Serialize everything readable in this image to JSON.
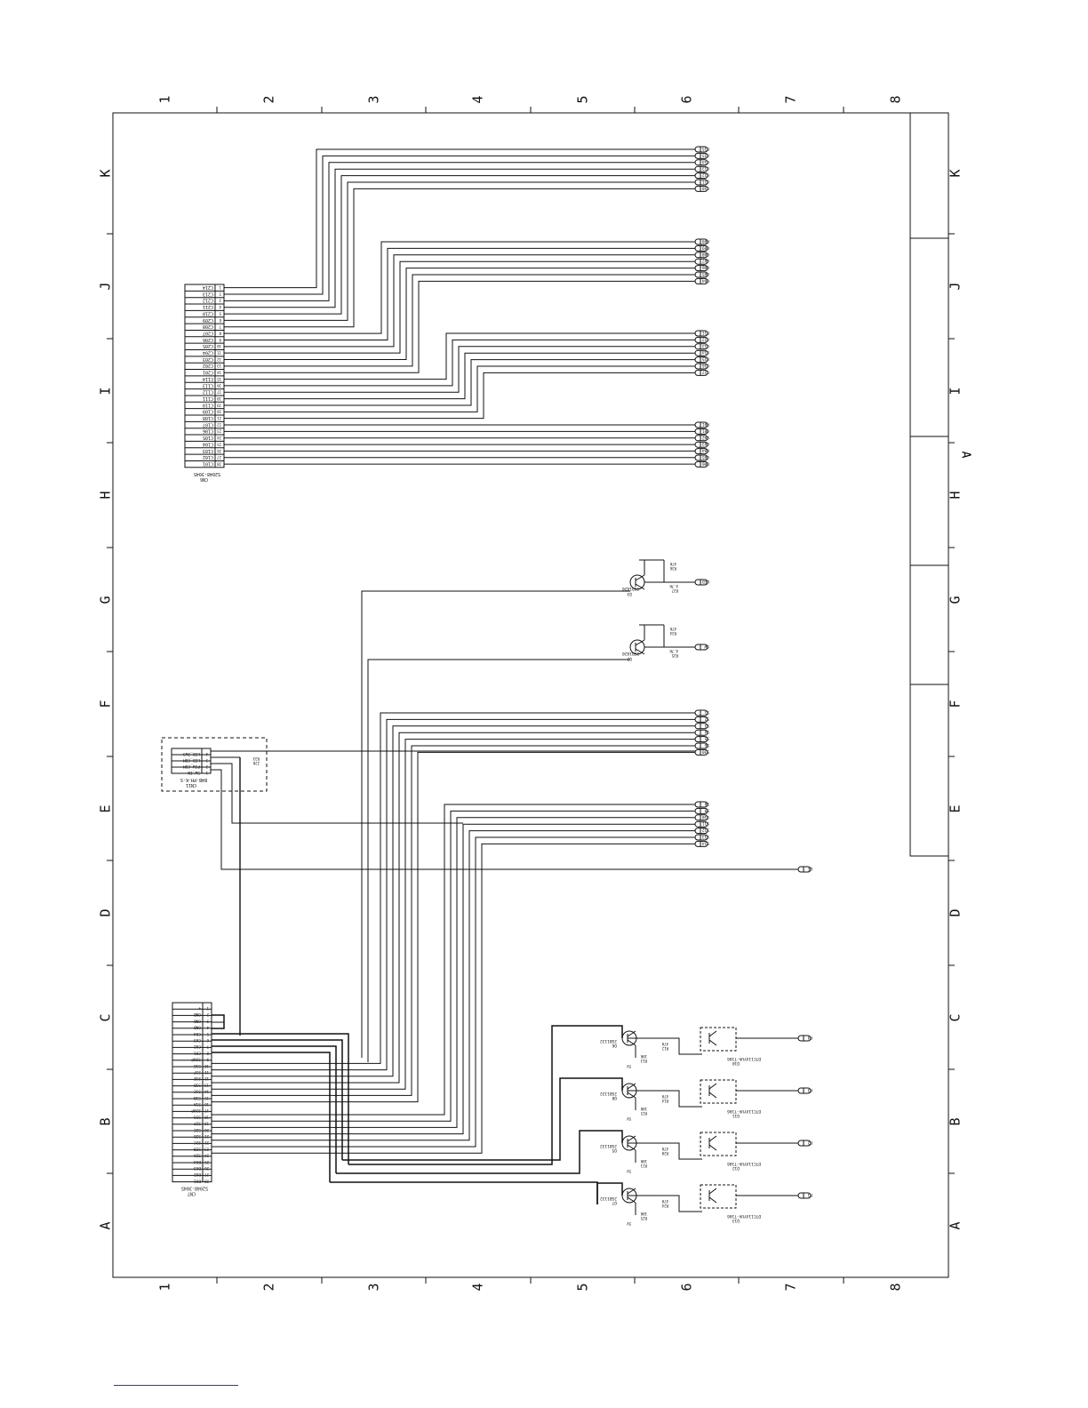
{
  "sheet": {
    "columns_top": [
      "1",
      "2",
      "3",
      "4",
      "5",
      "6",
      "7",
      "8"
    ],
    "rows_left": [
      "K",
      "J",
      "I",
      "H",
      "G",
      "F",
      "E",
      "D",
      "C",
      "B",
      "A"
    ],
    "side_mark": "A"
  },
  "cn6": {
    "ref": "CN6",
    "part": "52048-3045",
    "pins": [
      {
        "n": "1",
        "s": "C214"
      },
      {
        "n": "2",
        "s": "C213"
      },
      {
        "n": "3",
        "s": "C212"
      },
      {
        "n": "4",
        "s": "C211"
      },
      {
        "n": "5",
        "s": "C210"
      },
      {
        "n": "6",
        "s": "C209"
      },
      {
        "n": "7",
        "s": "C208"
      },
      {
        "n": "8",
        "s": "C207"
      },
      {
        "n": "9",
        "s": "C206"
      },
      {
        "n": "10",
        "s": "C205"
      },
      {
        "n": "11",
        "s": "C204"
      },
      {
        "n": "12",
        "s": "C203"
      },
      {
        "n": "13",
        "s": "C202"
      },
      {
        "n": "14",
        "s": "C201"
      },
      {
        "n": "15",
        "s": "C114"
      },
      {
        "n": "16",
        "s": "C113"
      },
      {
        "n": "17",
        "s": "C112"
      },
      {
        "n": "18",
        "s": "C111"
      },
      {
        "n": "19",
        "s": "C110"
      },
      {
        "n": "20",
        "s": "C109"
      },
      {
        "n": "21",
        "s": "C108"
      },
      {
        "n": "22",
        "s": "C107"
      },
      {
        "n": "23",
        "s": "C106"
      },
      {
        "n": "24",
        "s": "C105"
      },
      {
        "n": "25",
        "s": "C104"
      },
      {
        "n": "26",
        "s": "C103"
      },
      {
        "n": "27",
        "s": "C102"
      },
      {
        "n": "28",
        "s": "C101"
      }
    ]
  },
  "cn11": {
    "ref": "CN11",
    "part": "B4B-PH-K-S",
    "pins": [
      {
        "n": "4",
        "s": "LED_SW3"
      },
      {
        "n": "3",
        "s": "LED_COM"
      },
      {
        "n": "2",
        "s": "PSW_COM"
      },
      {
        "n": "1",
        "s": "SW_IN"
      }
    ],
    "resistor": {
      "ref": "R33",
      "value": "22K"
    }
  },
  "cn7": {
    "ref": "CN7",
    "part": "52048-3045",
    "pins": [
      {
        "n": "1",
        "s": "+"
      },
      {
        "n": "2",
        "s": "GND"
      },
      {
        "n": "3",
        "s": "GND"
      },
      {
        "n": "4",
        "s": "GND"
      },
      {
        "n": "5",
        "s": "C04"
      },
      {
        "n": "6",
        "s": "C03"
      },
      {
        "n": "7",
        "s": "C02"
      },
      {
        "n": "8",
        "s": "C01"
      },
      {
        "n": "9",
        "s": "S30P"
      },
      {
        "n": "10",
        "s": "S1G"
      },
      {
        "n": "11",
        "s": "S1F"
      },
      {
        "n": "12",
        "s": "S1E"
      },
      {
        "n": "13",
        "s": "S1D"
      },
      {
        "n": "14",
        "s": "S1C"
      },
      {
        "n": "15",
        "s": "S1B"
      },
      {
        "n": "16",
        "s": "S1A"
      },
      {
        "n": "17",
        "s": "S20P"
      },
      {
        "n": "18",
        "s": "S2G"
      },
      {
        "n": "19",
        "s": "S2F"
      },
      {
        "n": "20",
        "s": "S2E"
      },
      {
        "n": "21",
        "s": "S2D"
      },
      {
        "n": "22",
        "s": "S2C"
      },
      {
        "n": "23",
        "s": "S2B"
      },
      {
        "n": "24",
        "s": "S2A"
      },
      {
        "n": "25",
        "s": "DG4"
      },
      {
        "n": "26",
        "s": "DG3"
      },
      {
        "n": "27",
        "s": "DG2"
      },
      {
        "n": "28",
        "s": "DG1"
      }
    ]
  },
  "connectors": {
    "k_group": [
      "P15",
      "G15",
      "G14",
      "G13",
      "G12",
      "G11",
      "G10"
    ],
    "j_group": [
      "P09",
      "G09",
      "G08",
      "G07",
      "G06",
      "G05",
      "G04"
    ],
    "i_group": [
      "P11",
      "G12",
      "G13",
      "G14",
      "G15",
      "G16",
      "G17"
    ],
    "h_group": [
      "P01",
      "G01",
      "G02",
      "G03",
      "G04",
      "G05",
      "G06"
    ],
    "f_group": [
      "S1",
      "S2",
      "S3",
      "S4",
      "S5",
      "S6",
      "S30"
    ],
    "e_group": [
      "S8",
      "S9",
      "S10",
      "S11",
      "S12",
      "S13",
      "S14"
    ],
    "d_single": "LE",
    "g_upper": "LED",
    "g_lower": "SW"
  },
  "transistors_g": [
    {
      "ref": "Q3",
      "part": "2SD1820",
      "rb": "R36",
      "rb_val": "47K",
      "rc": "R37",
      "rc_val": "4.7K"
    },
    {
      "ref": "Q2",
      "part": "2SD1820",
      "rb": "R34",
      "rb_val": "47K",
      "rc": "R35",
      "rc_val": "4.7K"
    }
  ],
  "drivers": [
    {
      "ref": "Q6",
      "part": "2SB1132",
      "r_base": "R12",
      "r_base_val": "470",
      "r_pull": "R13",
      "r_pull_val": "10K",
      "ic": "Q10",
      "ic_part": "DTC114YUA-T106",
      "out": "P4"
    },
    {
      "ref": "Q8",
      "part": "2SB1132",
      "r_base": "R14",
      "r_base_val": "470",
      "r_pull": "R15",
      "r_pull_val": "10K",
      "ic": "Q11",
      "ic_part": "DTC114YUA-T106",
      "out": "P3"
    },
    {
      "ref": "Q5",
      "part": "2SB1132",
      "r_base": "R20",
      "r_base_val": "470",
      "r_pull": "R21",
      "r_pull_val": "10K",
      "ic": "Q12",
      "ic_part": "DTC114YUA-T106",
      "out": "P2"
    },
    {
      "ref": "Q7",
      "part": "2SB1132",
      "r_base": "R24",
      "r_base_val": "470",
      "r_pull": "R25",
      "r_pull_val": "10K",
      "ic": "Q13",
      "ic_part": "DTC114YUA-T106",
      "out": "P1"
    }
  ],
  "supply": "5V"
}
